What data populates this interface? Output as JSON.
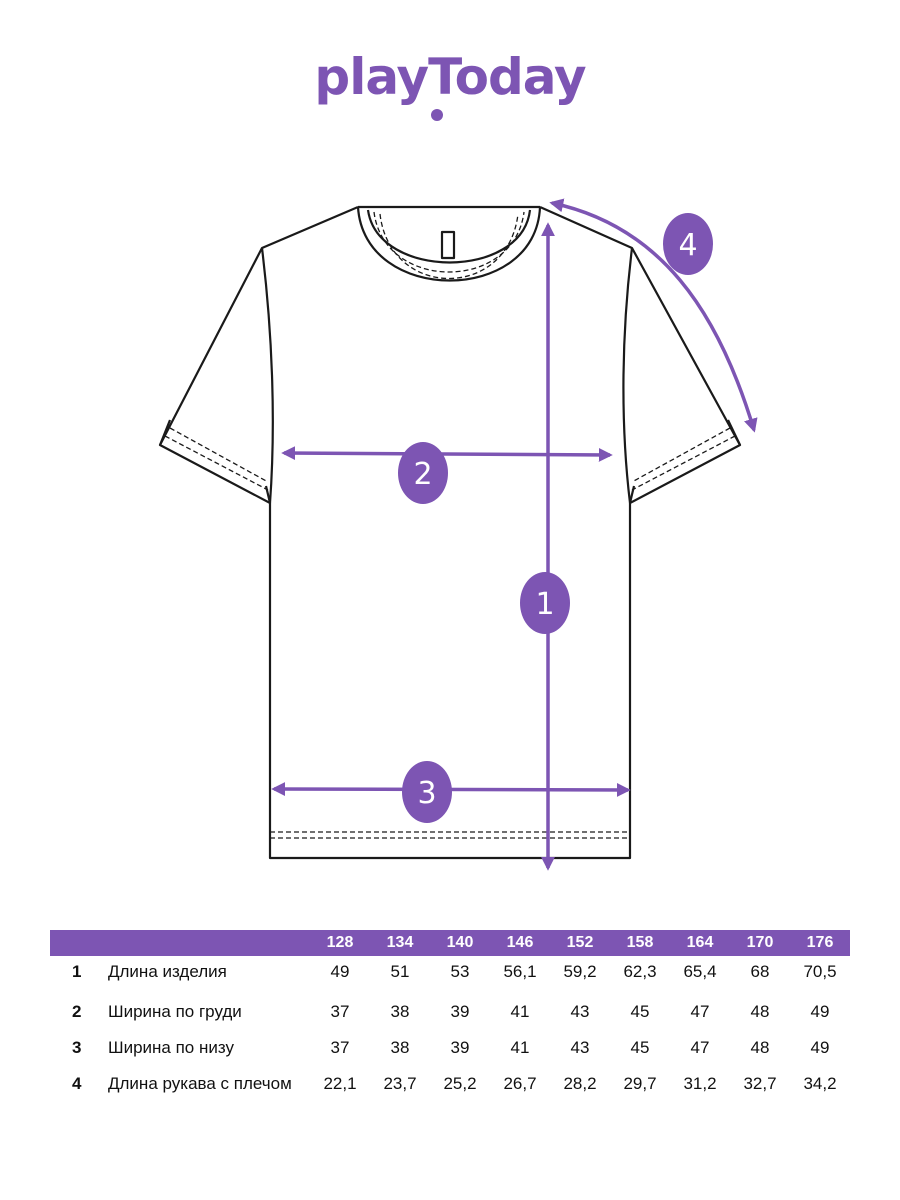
{
  "brand": {
    "logo_text": "playToday",
    "color": "#7d55b3"
  },
  "diagram": {
    "line_color": "#1a1a1a",
    "accent": "#7d55b3",
    "markers": [
      {
        "id": "1",
        "label": "1"
      },
      {
        "id": "2",
        "label": "2"
      },
      {
        "id": "3",
        "label": "3"
      },
      {
        "id": "4",
        "label": "4"
      }
    ]
  },
  "size_table": {
    "header_bg": "#7d55b3",
    "sizes": [
      "128",
      "134",
      "140",
      "146",
      "152",
      "158",
      "164",
      "170",
      "176"
    ],
    "rows": [
      {
        "num": "1",
        "label": "Длина изделия",
        "values": [
          "49",
          "51",
          "53",
          "56,1",
          "59,2",
          "62,3",
          "65,4",
          "68",
          "70,5"
        ]
      },
      {
        "num": "2",
        "label": "Ширина по груди",
        "values": [
          "37",
          "38",
          "39",
          "41",
          "43",
          "45",
          "47",
          "48",
          "49"
        ]
      },
      {
        "num": "3",
        "label": "Ширина по низу",
        "values": [
          "37",
          "38",
          "39",
          "41",
          "43",
          "45",
          "47",
          "48",
          "49"
        ]
      },
      {
        "num": "4",
        "label": "Длина рукава с плечом",
        "values": [
          "22,1",
          "23,7",
          "25,2",
          "26,7",
          "28,2",
          "29,7",
          "31,2",
          "32,7",
          "34,2"
        ]
      }
    ]
  }
}
